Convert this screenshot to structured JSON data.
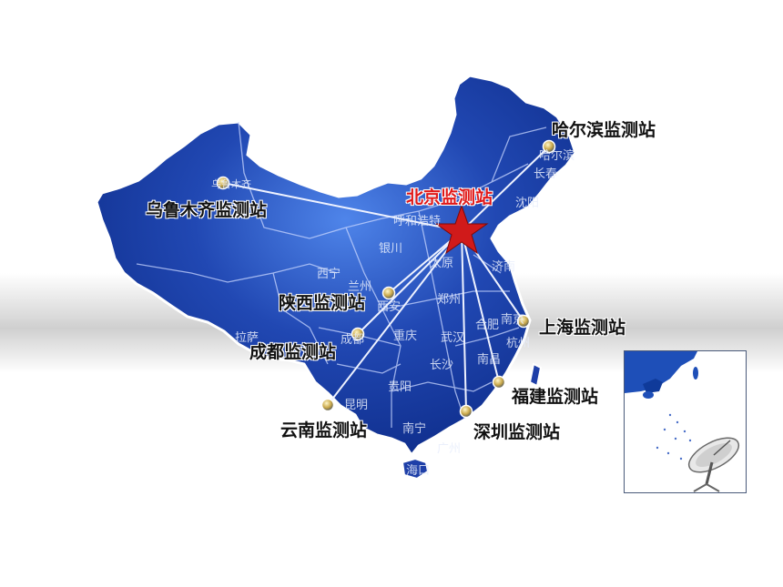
{
  "hub": {
    "label": "北京监测站",
    "color": "#e01818"
  },
  "stations": [
    {
      "label": "哈尔滨监测站"
    },
    {
      "label": "乌鲁木齐监测站"
    },
    {
      "label": "陕西监测站"
    },
    {
      "label": "成都监测站"
    },
    {
      "label": "上海监测站"
    },
    {
      "label": "福建监测站"
    },
    {
      "label": "云南监测站"
    },
    {
      "label": "深圳监测站"
    }
  ],
  "cities": [
    {
      "name": "哈尔滨"
    },
    {
      "name": "长春"
    },
    {
      "name": "沈阳"
    },
    {
      "name": "乌鲁木齐"
    },
    {
      "name": "呼和浩特"
    },
    {
      "name": "银川"
    },
    {
      "name": "西宁"
    },
    {
      "name": "兰州"
    },
    {
      "name": "济南"
    },
    {
      "name": "太原"
    },
    {
      "name": "郑州"
    },
    {
      "name": "西安"
    },
    {
      "name": "南京"
    },
    {
      "name": "合肥"
    },
    {
      "name": "杭州"
    },
    {
      "name": "拉萨"
    },
    {
      "name": "成都"
    },
    {
      "name": "重庆"
    },
    {
      "name": "武汉"
    },
    {
      "name": "长沙"
    },
    {
      "name": "南昌"
    },
    {
      "name": "贵阳"
    },
    {
      "name": "昆明"
    },
    {
      "name": "南宁"
    },
    {
      "name": "广州"
    },
    {
      "name": "海口"
    }
  ],
  "colors": {
    "map_fill": "#1e3fa8",
    "map_dark": "#0a2a8c",
    "map_light": "#3d6fe0",
    "outline": "#ffffff",
    "link": "#e6ecff"
  },
  "inset": {
    "icon": "satellite-dish-icon"
  }
}
